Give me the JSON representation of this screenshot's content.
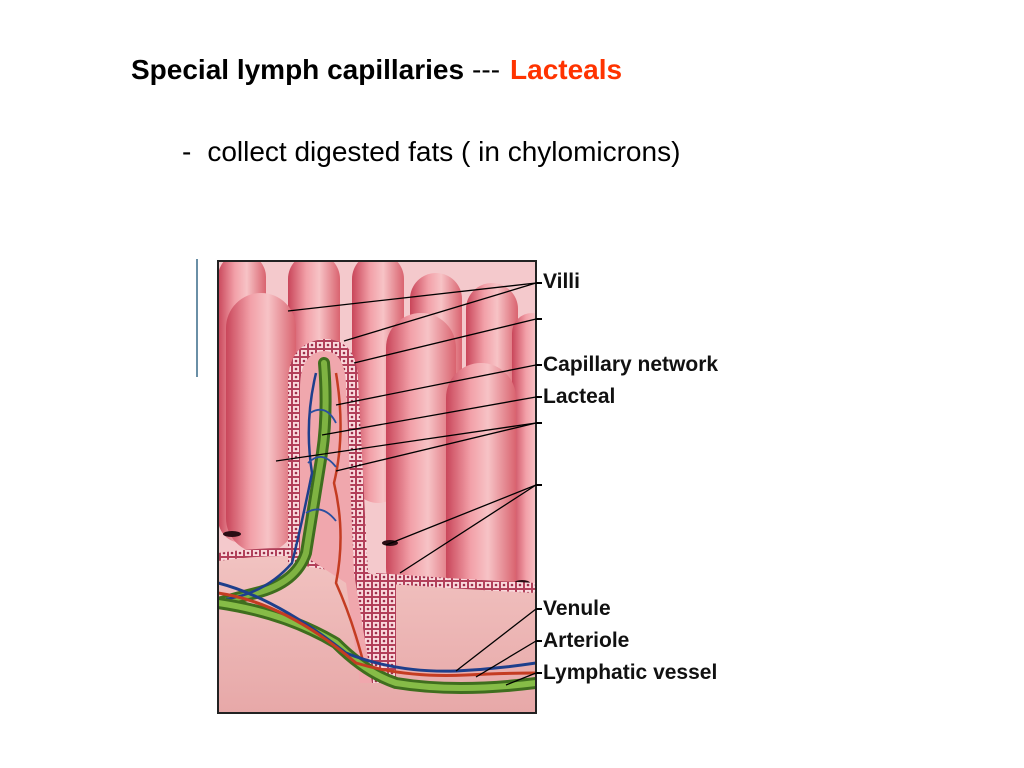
{
  "title": {
    "main": "Special lymph capillaries",
    "separator": "---",
    "highlight": "Lacteals",
    "highlight_color": "#ff3300"
  },
  "bullet": {
    "marker": "-",
    "text": "collect digested fats  ( in chylomicrons)"
  },
  "figure": {
    "labels": {
      "villi": "Villi",
      "capillary_network": "Capillary network",
      "lacteal": "Lacteal",
      "venule": "Venule",
      "arteriole": "Arteriole",
      "lymphatic_vessel": "Lymphatic vessel"
    }
  }
}
